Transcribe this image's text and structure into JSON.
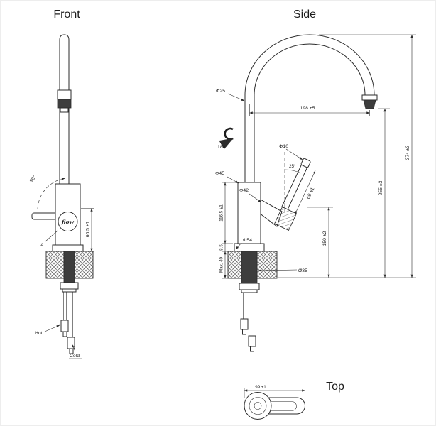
{
  "drawing": {
    "views": {
      "front": "Front",
      "side": "Side",
      "top": "Top"
    },
    "front": {
      "lever_angle": "90°",
      "logo": "flow",
      "section_label": "A",
      "body_height": "60.5 ±1",
      "hot": "Hot",
      "cold": "Cold"
    },
    "side": {
      "spout_diameter": "Φ25",
      "spout_reach": "198 ±5",
      "overall_height": "374 ±3",
      "swivel_angle": "180°",
      "handle_diameter": "Φ10",
      "handle_angle": "25°",
      "handle_length": "68 ±1",
      "body_diameter": "Φ45",
      "neck_diameter": "Φ42",
      "outlet_height": "255 ±3",
      "handle_height": "150 ±2",
      "body_height": "116.5 ±1",
      "base_height": "8.5",
      "base_diameter": "Φ54",
      "max_deck": "Max. 40",
      "hole_diameter": "Ø35"
    },
    "top": {
      "overall_width": "99 ±1"
    }
  },
  "colors": {
    "line": "#2b2b2b",
    "dark_fill": "#3d3d3d",
    "background": "#ffffff"
  }
}
